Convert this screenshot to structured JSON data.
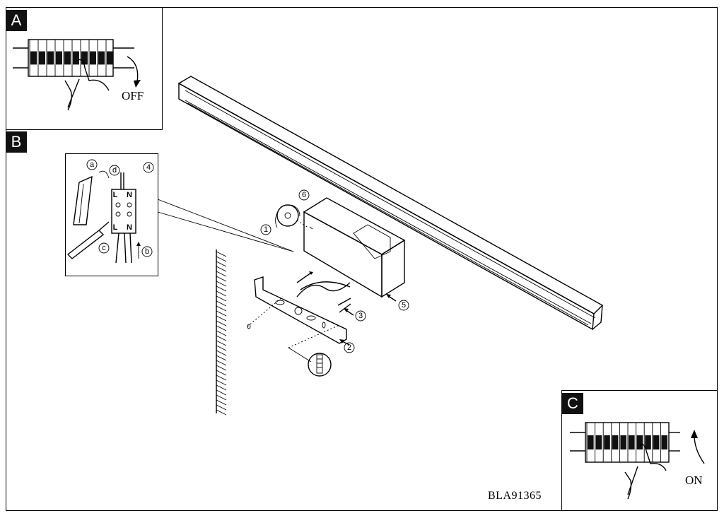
{
  "panels": {
    "a": {
      "tag": "A",
      "state_label": "OFF"
    },
    "b": {
      "tag": "B"
    },
    "c": {
      "tag": "C",
      "state_label": "ON"
    }
  },
  "steps": [
    "1",
    "2",
    "3",
    "4",
    "5",
    "6"
  ],
  "substeps": [
    "a",
    "b",
    "c",
    "d"
  ],
  "terminals": [
    "L",
    "N"
  ],
  "product_code": "BLA91365"
}
